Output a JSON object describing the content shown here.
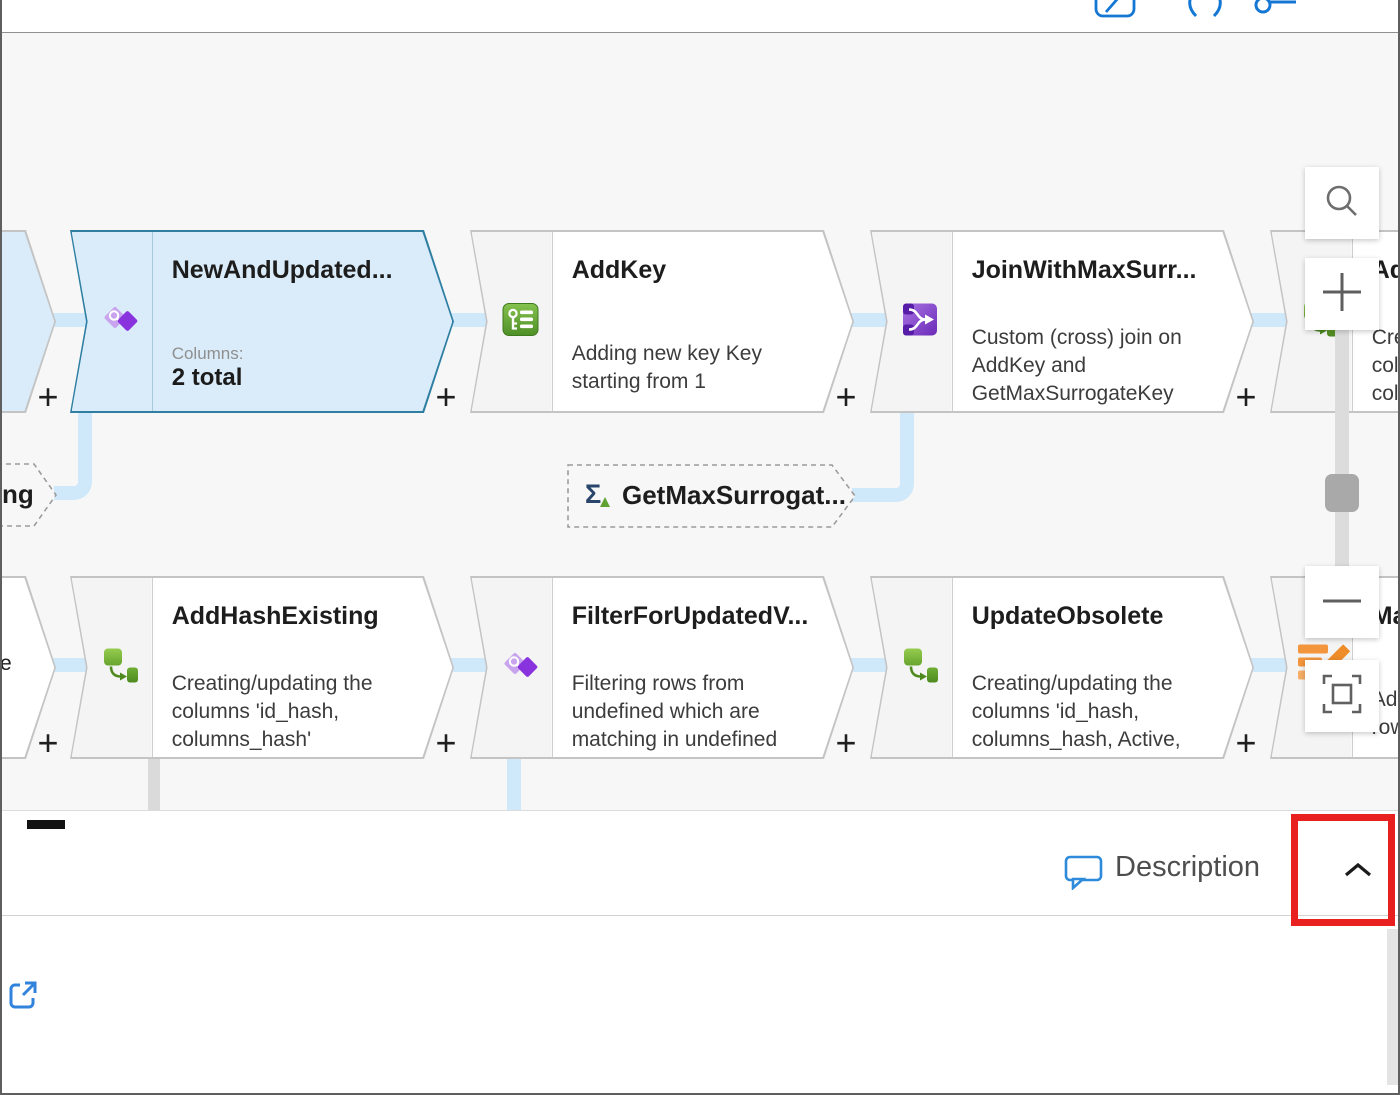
{
  "colors": {
    "selected_fill": "#DAECF9",
    "selected_border": "#2F7FA3",
    "connector_blue": "#CFE9FA",
    "annotation_red": "#E8201F",
    "toolbar_icon_blue": "#1477D4",
    "canvas_bg": "#F7F7F7"
  },
  "topbar": {
    "icons": [
      "notebook-icon",
      "braces-icon",
      "key-icon"
    ]
  },
  "canvas": {
    "plus_sign": "+",
    "nodes": {
      "left_top_partial": {
        "state": "highlighted"
      },
      "new_and_updated": {
        "title": "NewAndUpdated...",
        "icon": "exists-icon",
        "columns_label": "Columns:",
        "columns_value": "2 total",
        "state": "selected"
      },
      "add_key": {
        "title": "AddKey",
        "icon": "surrogate-key-icon",
        "description": "Adding new key Key\nstarting from 1"
      },
      "join_with_max_surrogate": {
        "title": "JoinWithMaxSurr...",
        "icon": "join-icon",
        "description": "Custom (cross) join on\nAddKey and\nGetMaxSurrogateKey"
      },
      "right_top_partial": {
        "title": "Ad",
        "icon": "derived-column-icon",
        "description": "Cre\ncol\ncol\nM."
      },
      "left_mid_partial": {
        "title": "ng"
      },
      "get_max_surrogate": {
        "title": "GetMaxSurrogat...",
        "icon": "aggregate-sigma-icon",
        "sigma": "Σ"
      },
      "left_bottom_partial": {
        "description": "e"
      },
      "add_hash_existing": {
        "title": "AddHashExisting",
        "icon": "derived-column-icon",
        "description": "Creating/updating the\ncolumns 'id_hash,\ncolumns_hash'"
      },
      "filter_for_updated": {
        "title": "FilterForUpdatedV...",
        "icon": "exists-icon",
        "description": "Filtering rows from\nundefined which are\nmatching in undefined\nbased on columns"
      },
      "update_obsolete": {
        "title": "UpdateObsolete",
        "icon": "derived-column-icon",
        "description": "Creating/updating the\ncolumns 'id_hash,\ncolumns_hash, Active,\nActiveEndTime'"
      },
      "right_bottom_partial": {
        "title": "Ma",
        "icon": "alter-row-icon",
        "description": "Ad\nrow"
      }
    },
    "zoom_controls": {
      "search": "search-icon",
      "zoom_in": "plus-icon",
      "zoom_out": "minus-icon",
      "fit": "fit-to-screen-icon",
      "slider": "zoom-slider"
    }
  },
  "description_panel": {
    "label": "Description",
    "comment_icon": "comment-icon",
    "collapse_icon": "chevron-up-icon"
  },
  "footer": {
    "open_icon": "open-in-new-window-icon"
  }
}
